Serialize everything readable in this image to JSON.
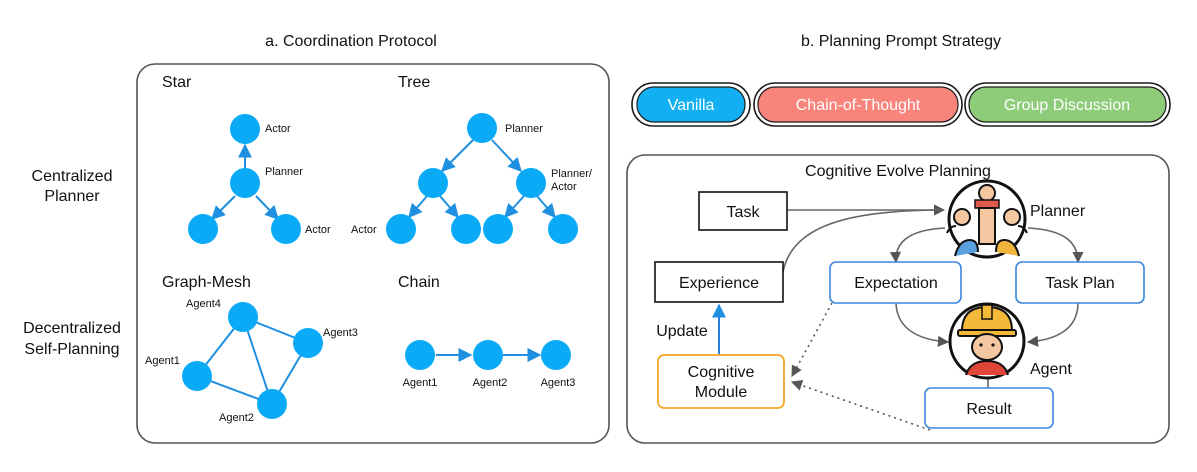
{
  "titles": {
    "left": "a. Coordination Protocol",
    "right": "b. Planning Prompt Strategy"
  },
  "row_labels": {
    "centralized": [
      "Centralized",
      "Planner"
    ],
    "decentralized": [
      "Decentralized",
      "Self-Planning"
    ]
  },
  "topologies": {
    "star": {
      "title": "Star",
      "labels": {
        "top": "Actor",
        "center": "Planner",
        "right": "Actor"
      }
    },
    "tree": {
      "title": "Tree",
      "labels": {
        "root": "Planner",
        "mid_right": [
          "Planner/",
          "Actor"
        ],
        "leaf_left": "Actor"
      }
    },
    "graph_mesh": {
      "title": "Graph-Mesh",
      "labels": {
        "agent4": "Agent4",
        "agent3": "Agent3",
        "agent1": "Agent1",
        "agent2": "Agent2"
      }
    },
    "chain": {
      "title": "Chain",
      "labels": {
        "agent1": "Agent1",
        "agent2": "Agent2",
        "agent3": "Agent3"
      }
    }
  },
  "strategies": [
    {
      "label": "Vanilla",
      "color": "#12b0f2",
      "border": "#1a1a1a"
    },
    {
      "label": "Chain-of-Thought",
      "color": "#f8847c",
      "border": "#1a1a1a"
    },
    {
      "label": "Group Discussion",
      "color": "#8fcc7a",
      "border": "#1a1a1a"
    }
  ],
  "cep": {
    "title": "Cognitive Evolve Planning",
    "task": "Task",
    "planner": "Planner",
    "experience": "Experience",
    "expectation": "Expectation",
    "task_plan": "Task Plan",
    "update": "Update",
    "cognitive_module": [
      "Cognitive",
      "Module"
    ],
    "agent": "Agent",
    "result": "Result"
  },
  "colors": {
    "node": "#0aaaf7",
    "edge": "#1f8fe0",
    "module_border": "#f5a623",
    "box_blue_border": "#3a86e0"
  }
}
